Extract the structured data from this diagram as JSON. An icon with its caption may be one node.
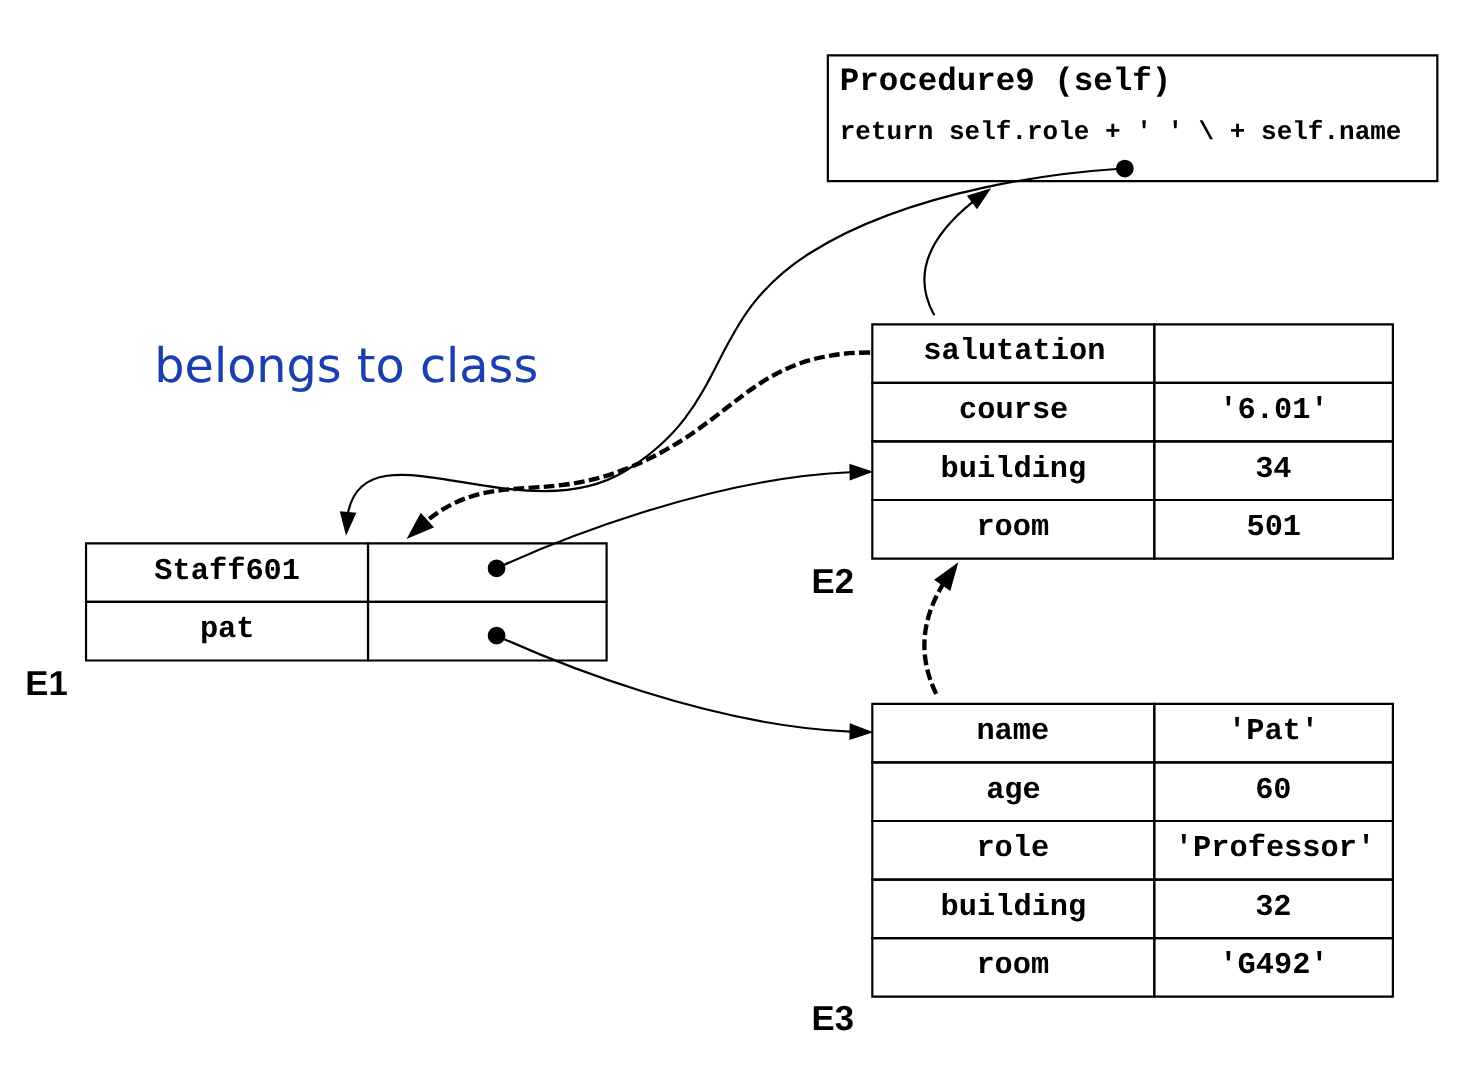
{
  "diagram": {
    "nodes": [
      {
        "text": [
          "Procedure9 (self)",
          "return self.role + ' ' \\ + self.name"
        ]
      },
      {
        "text": [
          "Staff601",
          "pat"
        ],
        "beside": [
          "E1"
        ]
      },
      {
        "text": [
          "salutation",
          "course",
          "'6.01'",
          "building",
          "34",
          "room",
          "501"
        ],
        "beside": [
          "E2"
        ]
      },
      {
        "text": [
          "name",
          "'Pat'",
          "age",
          "60",
          "role",
          "'Professor'",
          "building",
          "32",
          "room",
          "'G492'"
        ],
        "beside": [
          "E3"
        ]
      }
    ],
    "edges": [
      {
        "from": 0,
        "to": 1,
        "arrow": "to"
      },
      {
        "from": 2,
        "to": 0,
        "arrow": "to"
      },
      {
        "from": 2,
        "to": 1,
        "arrow": "to",
        "style": "dashed"
      },
      {
        "from": 1,
        "to": 2,
        "arrow": "to"
      },
      {
        "from": 1,
        "to": 3,
        "arrow": "to"
      },
      {
        "from": 3,
        "to": 2,
        "arrow": "to",
        "style": "dashed"
      }
    ],
    "labels": [
      "belongs to class"
    ]
  }
}
